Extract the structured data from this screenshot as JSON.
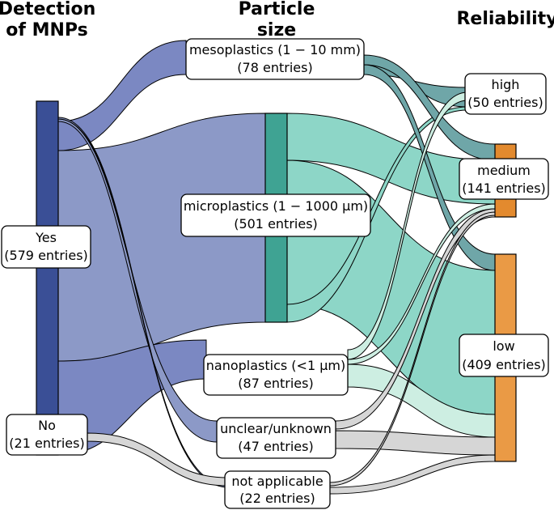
{
  "headers": {
    "detection": [
      "Detection",
      "of MNPs"
    ],
    "size": [
      "Particle",
      "size"
    ],
    "reliability": [
      "Reliability"
    ]
  },
  "nodes": {
    "yes": {
      "name": "Yes",
      "entries": "(579 entries)",
      "color": "#3a4f96"
    },
    "no": {
      "name": "No",
      "entries": "(21 entries)",
      "color": "#d9d9d9"
    },
    "meso": {
      "name": "mesoplastics (1 − 10 mm)",
      "entries": "(78 entries)",
      "color": "#5e9ea0"
    },
    "micro": {
      "name": "microplastics (1 − 1000 µm)",
      "entries": "(501 entries)",
      "color": "#3fa393"
    },
    "nano": {
      "name": "nanoplastics (<1 µm)",
      "entries": "(87 entries)",
      "color": "#b2e3d3"
    },
    "unclear": {
      "name": "unclear/unknown",
      "entries": "(47 entries)",
      "color": "#cccccc"
    },
    "na": {
      "name": "not applicable",
      "entries": "(22 entries)",
      "color": "#cccccc"
    },
    "high": {
      "name": "high",
      "entries": "(50 entries)",
      "color": "#7fcfc4"
    },
    "medium": {
      "name": "medium",
      "entries": "(141 entries)",
      "color": "#e38a2e"
    },
    "low": {
      "name": "low",
      "entries": "(409 entries)",
      "color": "#ea9a45"
    }
  },
  "colors": {
    "detection_link": "#8c99c7",
    "micro_link": "#8dd6c7",
    "meso_link": "#6fa6a8",
    "nano_link": "#cdeee2",
    "grey_link": "#d6d6d6"
  }
}
